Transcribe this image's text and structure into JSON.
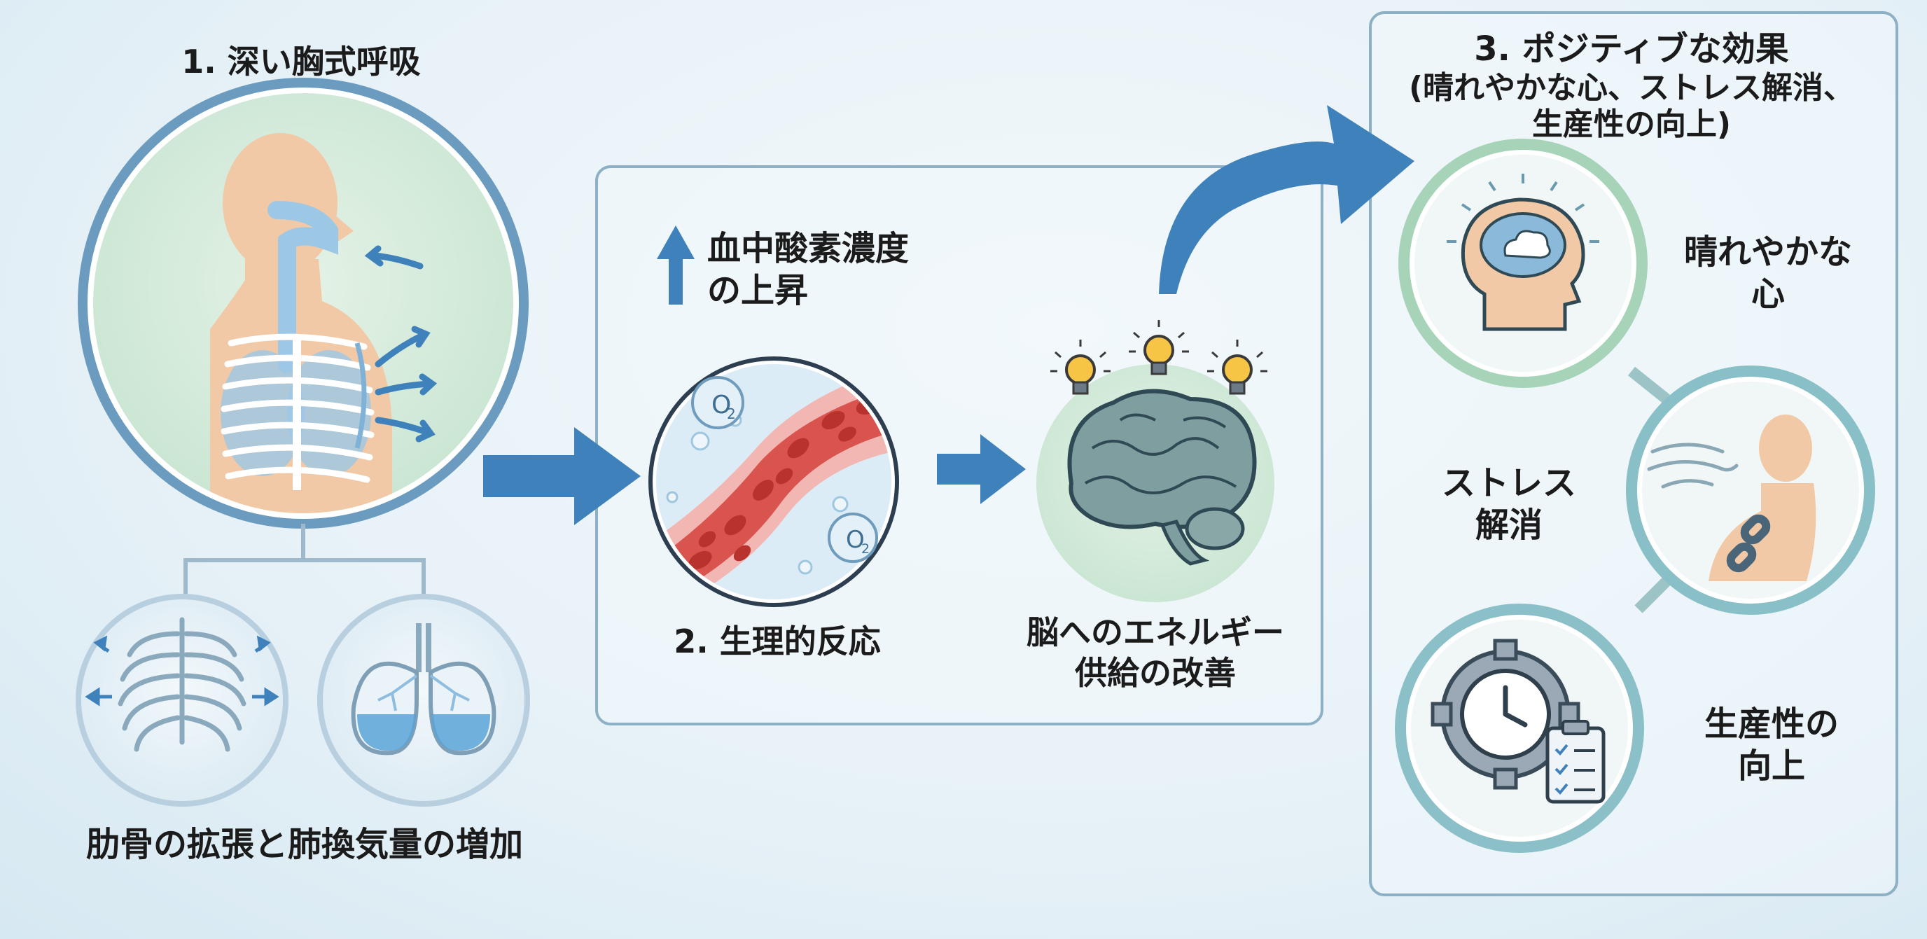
{
  "stage1": {
    "title": "1. 深い胸式呼吸",
    "caption": "肋骨の拡張と肺換気量の増加"
  },
  "stage2": {
    "title": "2. 生理的反応",
    "oxygen_label_line1": "血中酸素濃度",
    "oxygen_label_line2": "の上昇",
    "o2_symbol": "O",
    "o2_subscript": "2",
    "brain_caption_line1": "脳へのエネルギー",
    "brain_caption_line2": "供給の改善"
  },
  "stage3": {
    "title_line1": "3. ポジティブな効果",
    "title_line2": "(晴れやかな心、ストレス解消、",
    "title_line3": "生産性の向上)",
    "effects": [
      {
        "line1": "晴れやかな",
        "line2": "心",
        "icon": "brain-cloud-icon"
      },
      {
        "line1": "ストレス",
        "line2": "解消",
        "icon": "breath-release-icon"
      },
      {
        "line1": "生産性の",
        "line2": "向上",
        "icon": "gear-clock-clipboard-icon"
      }
    ]
  },
  "colors": {
    "arrow_blue": "#3f82bb",
    "panel_border": "#8db0c4",
    "ring_green": "#9fcfb4",
    "ring_teal": "#7fb9c4",
    "skin": "#f1c9a6",
    "blood_red": "#cf4b47"
  }
}
